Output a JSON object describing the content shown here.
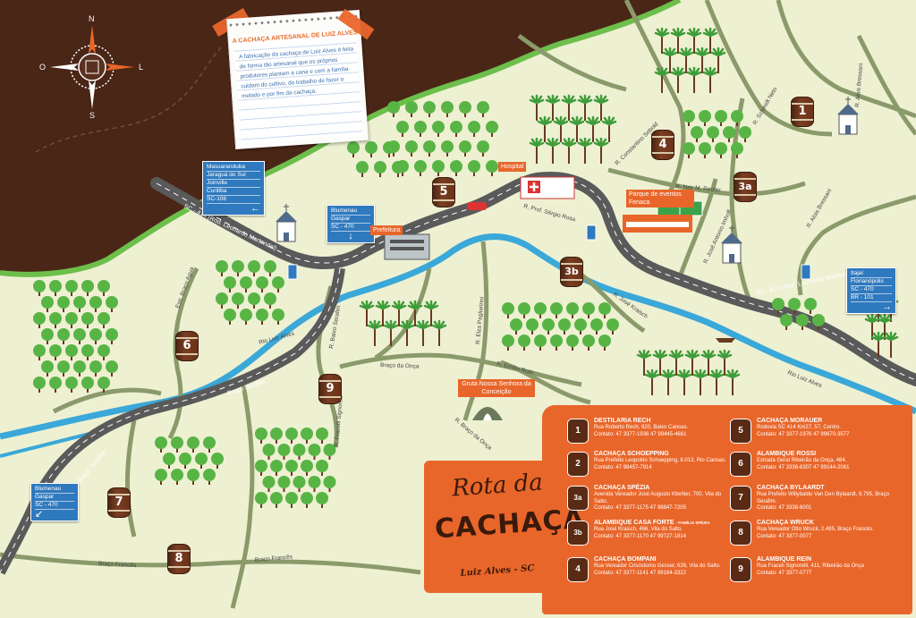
{
  "compass": {
    "n": "N",
    "s": "S",
    "l": "L",
    "o": "O"
  },
  "note": {
    "title": "A CACHAÇA ARTESANAL DE LUIZ ALVES",
    "body": "A fabricação da cachaça de Luiz Alves é feita de forma tão artesanal que os próprios produtores plantam a cana e com a família cuidam do cultivo, do trabalho de fazer o melado e por fim da cachaça."
  },
  "signs": {
    "north_west": [
      "Massaranduba",
      "Jaraguá do Sul",
      "Joinville",
      "Curitiba",
      "SC-108"
    ],
    "north_mid": [
      "Blumenau",
      "Gaspar",
      "SC - 470"
    ],
    "east": [
      "Itajaí",
      "Florianópolis",
      "SC - 470",
      "BR - 101"
    ],
    "south_west": [
      "Blumenau",
      "Gaspar",
      "SC - 470"
    ]
  },
  "places": {
    "hospital": "Hospital",
    "prefeitura": "Prefeitura",
    "fenaca": "Parque de eventos Fenaca",
    "gruta": "Gruta Nossa Senhora da Conceição"
  },
  "roads": {
    "sc414_west": "SC - 414 (Rod. Leonardo Martendal)",
    "sc414_east": "SC - 414 (Rod. Leonardo Martendal)",
    "braco_serafim": "Braço Serafim",
    "braco_serafim_2": "Braço Serafim",
    "braco_frances": "Braço Francês",
    "braco_frances_2": "Braço Francês",
    "braco_onca": "Braço da Onça",
    "rio_luiz_alves": "Rio Luiz Alves",
    "rio_luiz_alves_2": "Rio Luiz Alves",
    "r_baixo_canoas": "Estr. Braço Agua",
    "r_baixo_serafim": "R. Baixo Serafim",
    "r_elza": "R. Elza Pagliarinni",
    "r_emilio": "R. Emílio Roth",
    "r_jose_kraisch": "R. José Kraisch",
    "r_braco_onca": "R. Braço da Onça",
    "r_fraceli": "R. Fracelli Signorelli",
    "r_prof_sergio": "R. Prof. Sérgio Rosa",
    "r_nair": "R. Nair M. Reuter",
    "r_jose_imhoff": "R. José Antonio Imhoff",
    "r_schmidt": "R. Schmidt Neto",
    "r_alois": "R. Alois Bressani",
    "r_alois_2": "R. Alois Bressani",
    "r_constantino": "R. Constantino Sebold"
  },
  "barrels": [
    "1",
    "4",
    "3a",
    "5",
    "3b",
    "6",
    "9",
    "7",
    "8"
  ],
  "logo": {
    "rota": "Rota da",
    "cachaca": "CACHAÇA",
    "city": "Luiz Alves - SC"
  },
  "legend": [
    {
      "num": "1",
      "name": "DESTILARIA RECH",
      "extra": "",
      "address": "Rua Roberto Rech, 920, Baixo Canoas.",
      "contact": "Contato: 47 3377-1936  47 99445-4661"
    },
    {
      "num": "2",
      "name": "CACHAÇA SCHOEPPING",
      "extra": "",
      "address": "Rua Prefeito Leopoldo Schoepping, 8.013, Rio Canoas.",
      "contact": "Contato: 47 98457-7914"
    },
    {
      "num": "3a",
      "name": "CACHAÇA SPÉZIA",
      "extra": "",
      "address": "Avenida Vereador José Augusto Kbehler, 700, Vila do Salto.",
      "contact": "Contato: 47 3377-1175  47 98847-7205"
    },
    {
      "num": "3b",
      "name": "ALAMBIQUE CASA FORTE",
      "extra": "- FAMÍLIA SPÉZIA",
      "address": "Rua José Kraisch, 466, Vila do Salto.",
      "contact": "Contato: 47 3377-1170  47 99727-1814"
    },
    {
      "num": "4",
      "name": "CACHAÇA BOMPANI",
      "extra": "",
      "address": "Rua Vereador Crisóstomo Gesser, 626, Vila do Salto.",
      "contact": "Contato: 47 3377-1141  47 99164-3322"
    },
    {
      "num": "5",
      "name": "CACHAÇA MORAUER",
      "extra": "",
      "address": "Rodovia SC 414 Km27, 57, Centro.",
      "contact": "Contato: 47 3377-1976  47 99670-3577"
    },
    {
      "num": "6",
      "name": "ALAMBIQUE ROSSI",
      "extra": "",
      "address": "Estrada Geral Ribeirão da Onça, 484.",
      "contact": "Contato: 47 3336-6307  47 99144-2061"
    },
    {
      "num": "7",
      "name": "CACHAÇA BYLAARDT",
      "extra": "",
      "address": "Rua Prefeito Willybaldo Van Den Bylaardt, 8.795, Braço Serafim.",
      "contact": "Contato: 47 3338-6001"
    },
    {
      "num": "8",
      "name": "CACHAÇA WRUCK",
      "extra": "",
      "address": "Rua Vereador Otto Wruck, 2.485, Braço Francês.",
      "contact": "Contato: 47 3377-0077"
    },
    {
      "num": "9",
      "name": "ALAMBIQUE REIN",
      "extra": "",
      "address": "Rua Fraceli Signorelli, 411, Ribeirão da Onça",
      "contact": "Contato: 47 3377-0777"
    }
  ]
}
